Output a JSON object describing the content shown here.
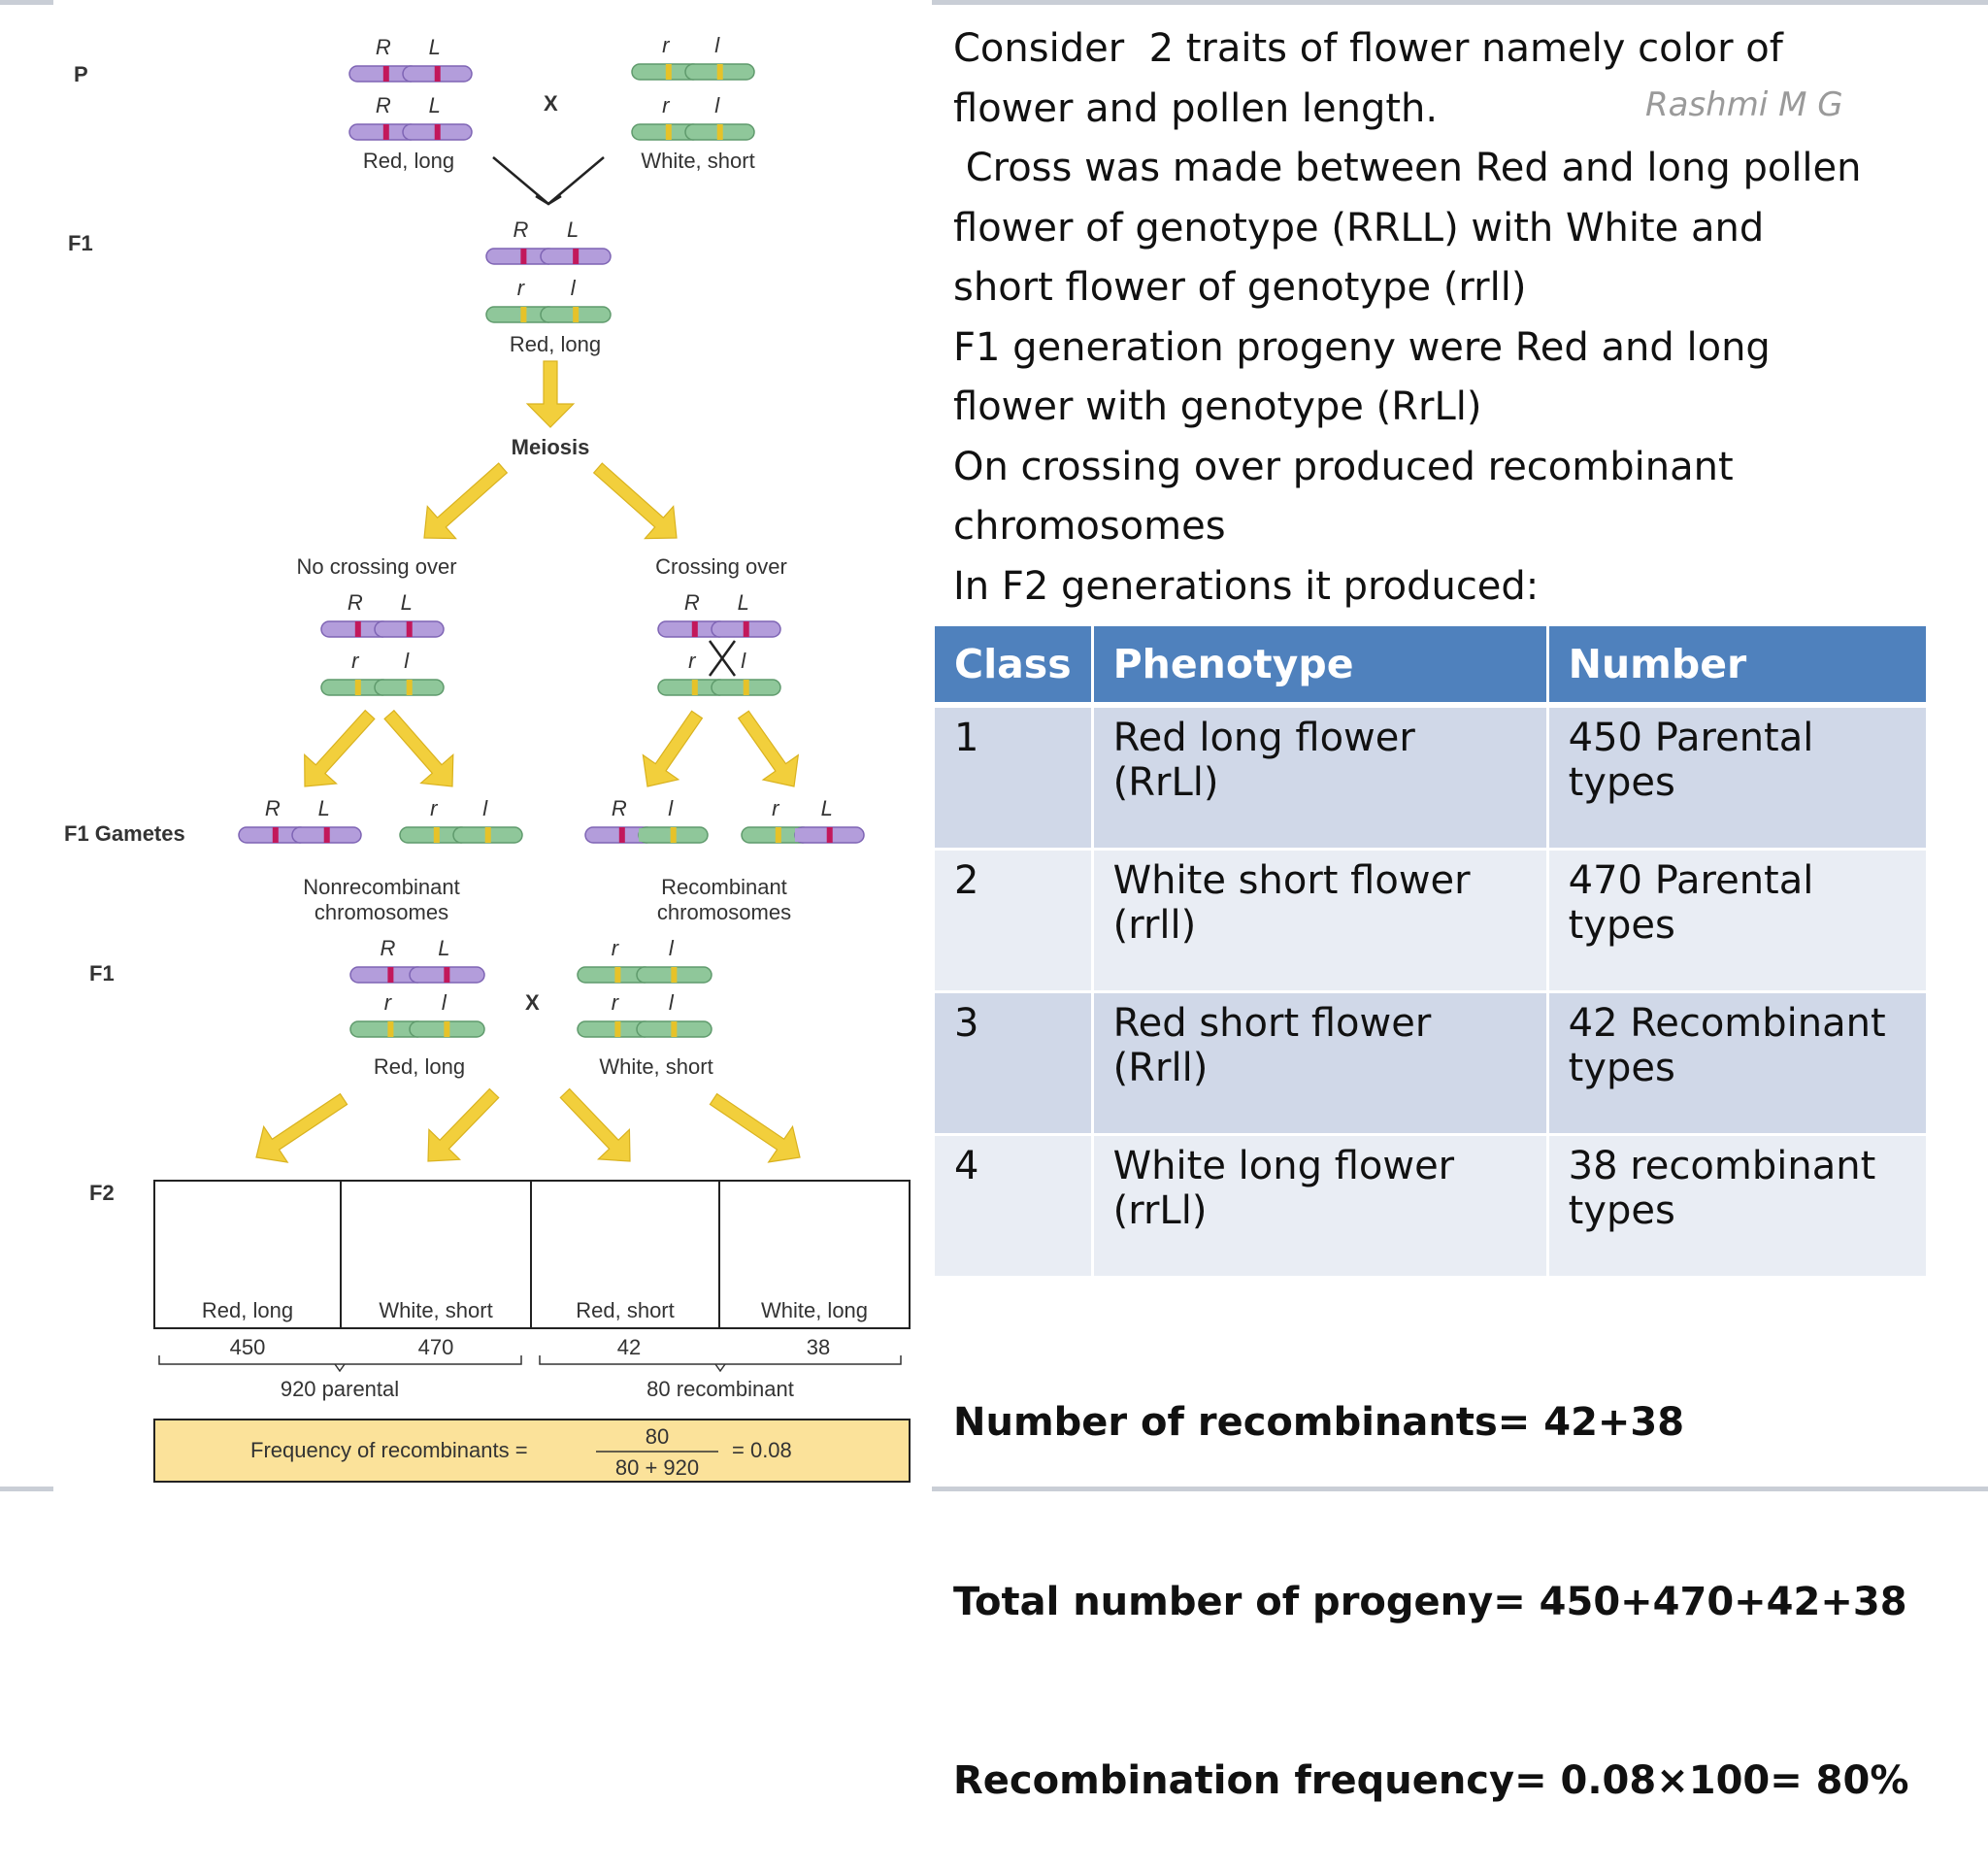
{
  "diagram": {
    "gen_p": "P",
    "gen_f1": "F1",
    "gen_f1_gametes": "F1 Gametes",
    "gen_f1_cross": "F1",
    "gen_f2": "F2",
    "cross_symbol": "X",
    "p_left_label": "Red, long",
    "p_right_label": "White, short",
    "f1_label": "Red, long",
    "meiosis": "Meiosis",
    "no_crossing": "No crossing over",
    "crossing": "Crossing over",
    "nonrecombinant": [
      "Nonrecombinant",
      "chromosomes"
    ],
    "recombinant": [
      "Recombinant",
      "chromosomes"
    ],
    "testcross_left": "Red, long",
    "testcross_right": "White, short",
    "f2_boxes": [
      "Red, long",
      "White, short",
      "Red, short",
      "White, long"
    ],
    "f2_counts": [
      "450",
      "470",
      "42",
      "38"
    ],
    "parental_total": "920 parental",
    "recombinant_total": "80 recombinant",
    "frequency_label": "Frequency of recombinants =",
    "frequency_numerator": "80",
    "frequency_denominator": "80 + 920",
    "frequency_result": "= 0.08",
    "alleles": {
      "R": "R",
      "L": "L",
      "r": "r",
      "l": "l"
    },
    "colors": {
      "dominant": "#b39ddb",
      "recessive": "#8fc79a",
      "dominant_band": "#c2185b",
      "recessive_band": "#e6c229",
      "arrow": "#f2cf3c",
      "frequency_box": "#fbe29a"
    }
  },
  "text": {
    "lines": [
      "Consider  2 traits of flower namely color of",
      "flower and pollen length.",
      " Cross was made between Red and long pollen",
      "flower of genotype (RRLL) with White and",
      "short flower of genotype (rrll)",
      "F1 generation progeny were Red and long",
      "flower with genotype (RrLl)",
      "On crossing over produced recombinant",
      "chromosomes",
      "In F2 generations it produced:"
    ],
    "watermark": "Rashmi M G"
  },
  "table": {
    "headers": [
      "Class",
      "Phenotype",
      "Number"
    ],
    "rows": [
      {
        "class": "1",
        "phenotype": [
          "Red long flower",
          "(RrLl)"
        ],
        "number": [
          "450 Parental",
          "types"
        ]
      },
      {
        "class": "2",
        "phenotype": [
          "White short flower",
          "(rrll)"
        ],
        "number": [
          "470 Parental",
          "types"
        ]
      },
      {
        "class": "3",
        "phenotype": [
          "Red short flower",
          "(Rrll)"
        ],
        "number": [
          "42 Recombinant",
          "types"
        ]
      },
      {
        "class": "4",
        "phenotype": [
          "White long flower",
          "(rrLl)"
        ],
        "number": [
          "38 recombinant",
          "types"
        ]
      }
    ]
  },
  "calculations": [
    "Number of recombinants= 42+38",
    "Total number of progeny= 450+470+42+38",
    "Recombination frequency= 0.08×100= 80%"
  ]
}
